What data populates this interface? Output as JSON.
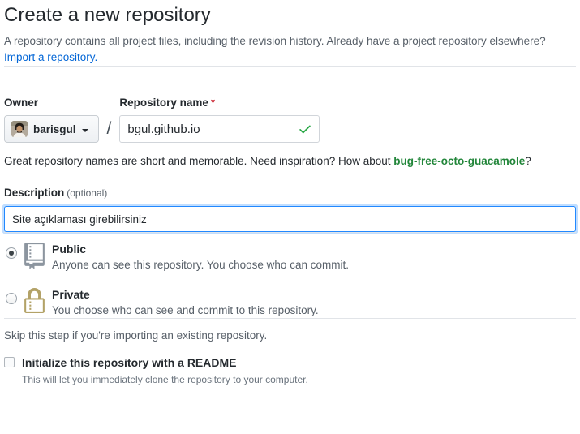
{
  "colors": {
    "text_dark": "#24292e",
    "text_gray": "#586069",
    "link_blue": "#0366d6",
    "focus_blue": "#2188ff",
    "success_green": "#28a745",
    "suggestion_green": "#22863a",
    "required_red": "#cb2431",
    "repo_icon_gray": "#8c959f",
    "lock_gold": "#b3a267",
    "divider": "#e1e4e8"
  },
  "icons": {
    "owner_avatar": "user-avatar-photo",
    "owner_caret": "caret-down-icon",
    "repo_valid": "check-icon",
    "public": "repo-book-icon",
    "private": "lock-icon"
  },
  "header": {
    "title": "Create a new repository",
    "subtitle": "A repository contains all project files, including the revision history. Already have a project repository elsewhere?",
    "subtitle_link": "Import a repository."
  },
  "owner": {
    "label": "Owner",
    "username": "barisgul"
  },
  "separator": "/",
  "repository_name": {
    "label": "Repository name",
    "required_mark": "*",
    "value": "bgul.github.io"
  },
  "name_suggestion": {
    "prefix": "Great repository names are short and memorable. Need inspiration? How about",
    "suggestion": "bug-free-octo-guacamole",
    "suffix": "?"
  },
  "description": {
    "label": "Description",
    "optional_note": "(optional)",
    "value": "Site açıklaması girebilirsiniz"
  },
  "visibility": {
    "public": {
      "label": "Public",
      "description": "Anyone can see this repository. You choose who can commit.",
      "selected": true
    },
    "private": {
      "label": "Private",
      "description": "You choose who can see and commit to this repository.",
      "selected": false
    }
  },
  "footer": {
    "skip_note": "Skip this step if you're importing an existing repository.",
    "readme": {
      "label": "Initialize this repository with a README",
      "description": "This will let you immediately clone the repository to your computer.",
      "checked": false
    }
  }
}
